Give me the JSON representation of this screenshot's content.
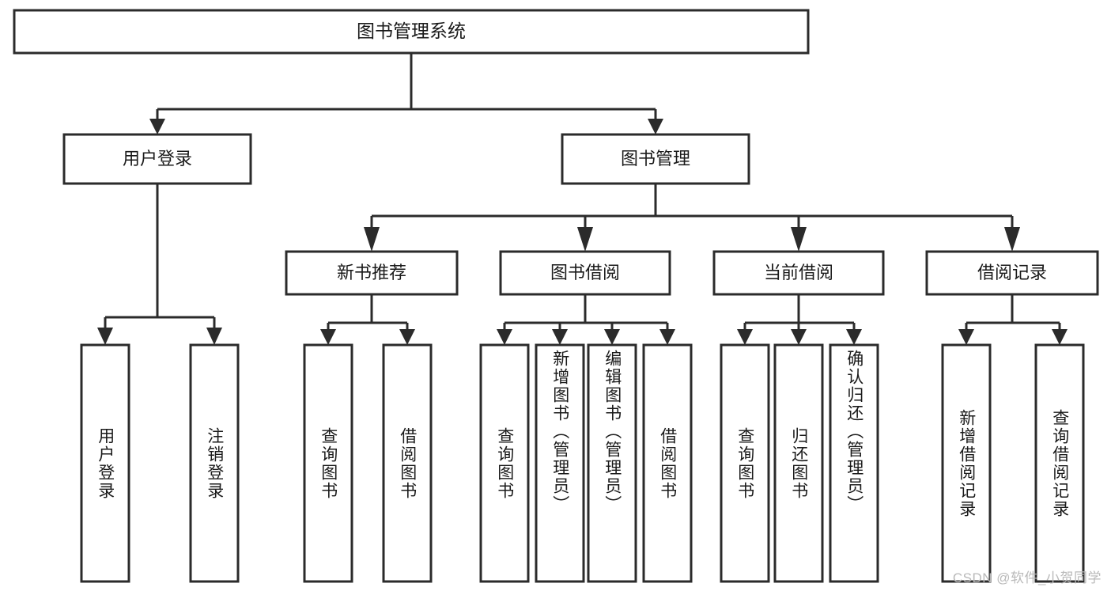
{
  "diagram": {
    "title": "图书管理系统",
    "type": "tree",
    "orientation": "top-down",
    "colors": {
      "box_border": "#2b2b2b",
      "box_fill": "#ffffff",
      "connector": "#2b2b2b",
      "text": "#1a1a1a",
      "background": "#ffffff",
      "watermark": "#b9b9b9"
    },
    "levels": {
      "root": "图书管理系统",
      "level2": [
        "用户登录",
        "图书管理"
      ],
      "level3": [
        "新书推荐",
        "图书借阅",
        "当前借阅",
        "借阅记录"
      ],
      "level4": [
        "用户登录",
        "注销登录",
        "查询图书",
        "借阅图书",
        "查询图书",
        "新增图书（管理员）",
        "编辑图书（管理员）",
        "借阅图书",
        "查询图书",
        "归还图书",
        "确认归还（管理员）",
        "新增借阅记录",
        "查询借阅记录"
      ]
    }
  },
  "nodes": {
    "root": {
      "label": "图书管理系统"
    },
    "user_login": {
      "label": "用户登录"
    },
    "book_manage": {
      "label": "图书管理"
    },
    "new_book_rec": {
      "label": "新书推荐"
    },
    "book_borrow": {
      "label": "图书借阅"
    },
    "current_borrow": {
      "label": "当前借阅"
    },
    "borrow_record": {
      "label": "借阅记录"
    },
    "leaf_user_login": {
      "label": "用户登录"
    },
    "leaf_logout": {
      "label": "注销登录"
    },
    "leaf_query_book_a": {
      "label": "查询图书"
    },
    "leaf_borrow_book_a": {
      "label": "借阅图书"
    },
    "leaf_query_book_b": {
      "label": "查询图书"
    },
    "leaf_add_book": {
      "label": "新增图书（管理员）"
    },
    "leaf_edit_book": {
      "label": "编辑图书（管理员）"
    },
    "leaf_borrow_book_b": {
      "label": "借阅图书"
    },
    "leaf_query_book_c": {
      "label": "查询图书"
    },
    "leaf_return_book": {
      "label": "归还图书"
    },
    "leaf_confirm_return": {
      "label": "确认归还（管理员）"
    },
    "leaf_add_record": {
      "label": "新增借阅记录"
    },
    "leaf_query_record": {
      "label": "查询借阅记录"
    }
  },
  "edges": [
    {
      "from": "root",
      "to": "user_login"
    },
    {
      "from": "root",
      "to": "book_manage"
    },
    {
      "from": "user_login",
      "to": "leaf_user_login"
    },
    {
      "from": "user_login",
      "to": "leaf_logout"
    },
    {
      "from": "book_manage",
      "to": "new_book_rec"
    },
    {
      "from": "book_manage",
      "to": "book_borrow"
    },
    {
      "from": "book_manage",
      "to": "current_borrow"
    },
    {
      "from": "book_manage",
      "to": "borrow_record"
    },
    {
      "from": "new_book_rec",
      "to": "leaf_query_book_a"
    },
    {
      "from": "new_book_rec",
      "to": "leaf_borrow_book_a"
    },
    {
      "from": "book_borrow",
      "to": "leaf_query_book_b"
    },
    {
      "from": "book_borrow",
      "to": "leaf_add_book"
    },
    {
      "from": "book_borrow",
      "to": "leaf_edit_book"
    },
    {
      "from": "book_borrow",
      "to": "leaf_borrow_book_b"
    },
    {
      "from": "current_borrow",
      "to": "leaf_query_book_c"
    },
    {
      "from": "current_borrow",
      "to": "leaf_return_book"
    },
    {
      "from": "current_borrow",
      "to": "leaf_confirm_return"
    },
    {
      "from": "borrow_record",
      "to": "leaf_add_record"
    },
    {
      "from": "borrow_record",
      "to": "leaf_query_record"
    }
  ],
  "watermark": {
    "text": "CSDN @软件_小贺同学"
  }
}
